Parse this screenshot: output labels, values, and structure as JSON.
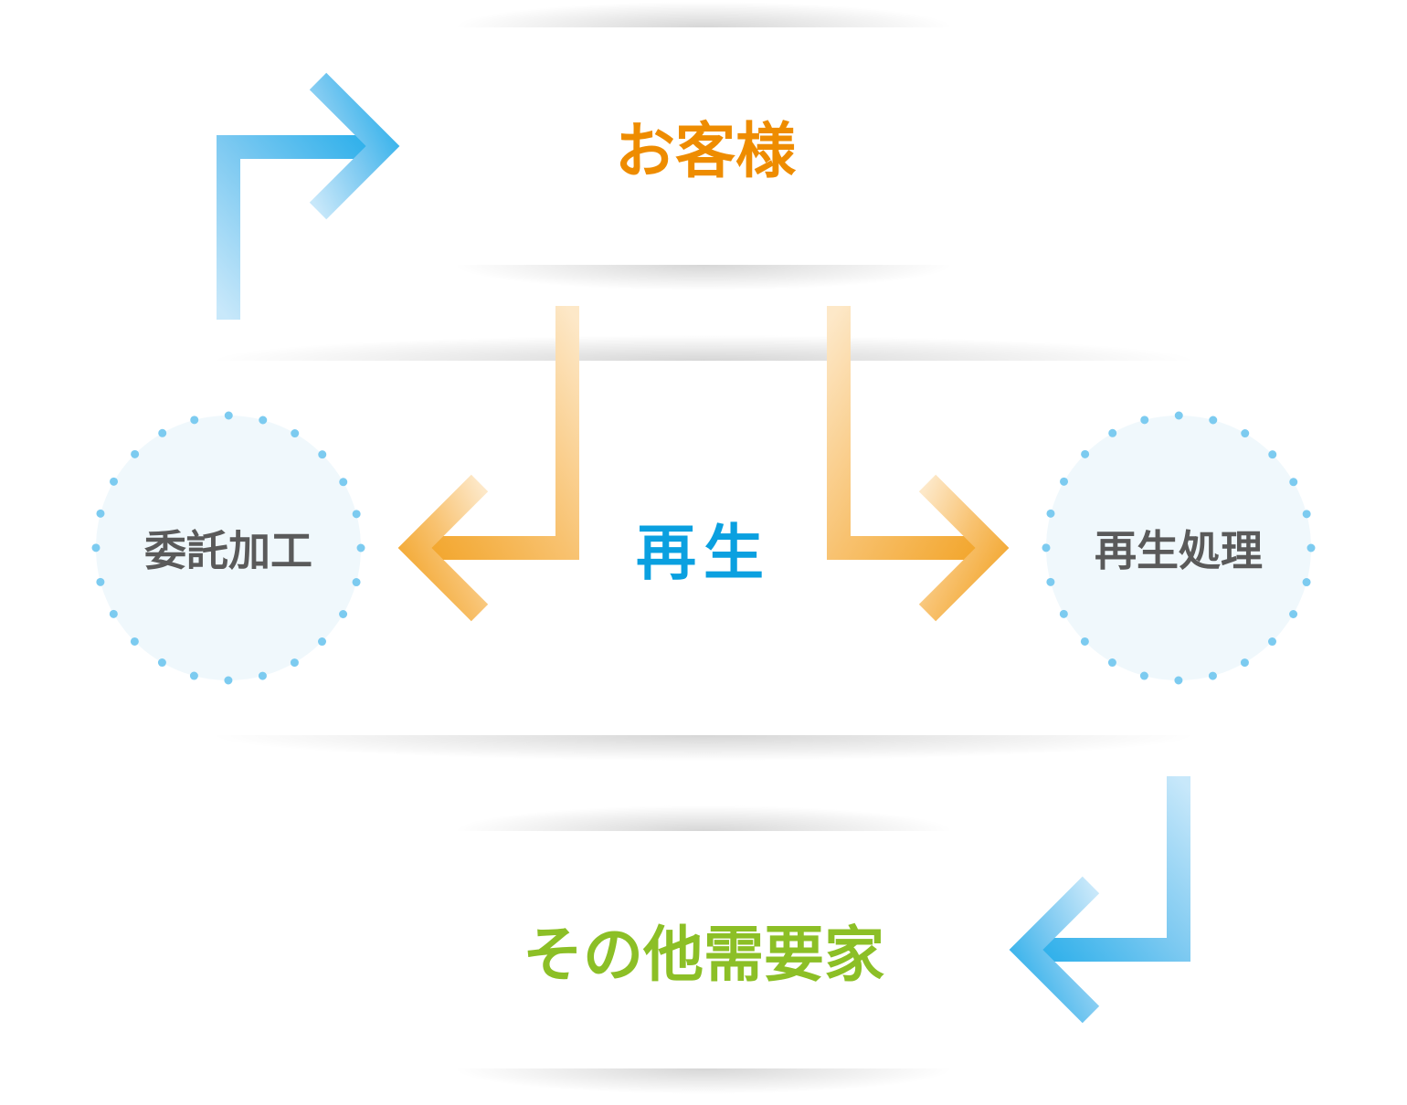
{
  "nodes": {
    "customer": {
      "label": "お客様",
      "color": "#ee8c00"
    },
    "recycle": {
      "label": "再生",
      "color": "#0aa0e0"
    },
    "consign": {
      "label": "委託加工",
      "color": "#5a5a5a"
    },
    "reprocess": {
      "label": "再生処理",
      "color": "#5a5a5a"
    },
    "others": {
      "label": "その他需要家",
      "color": "#8cbf26"
    }
  },
  "colors": {
    "blue_arrow": "#29aeea",
    "orange_arrow": "#f2a428",
    "circle_fill": "#f0f8fc",
    "circle_dots": "#7ccbf0"
  }
}
